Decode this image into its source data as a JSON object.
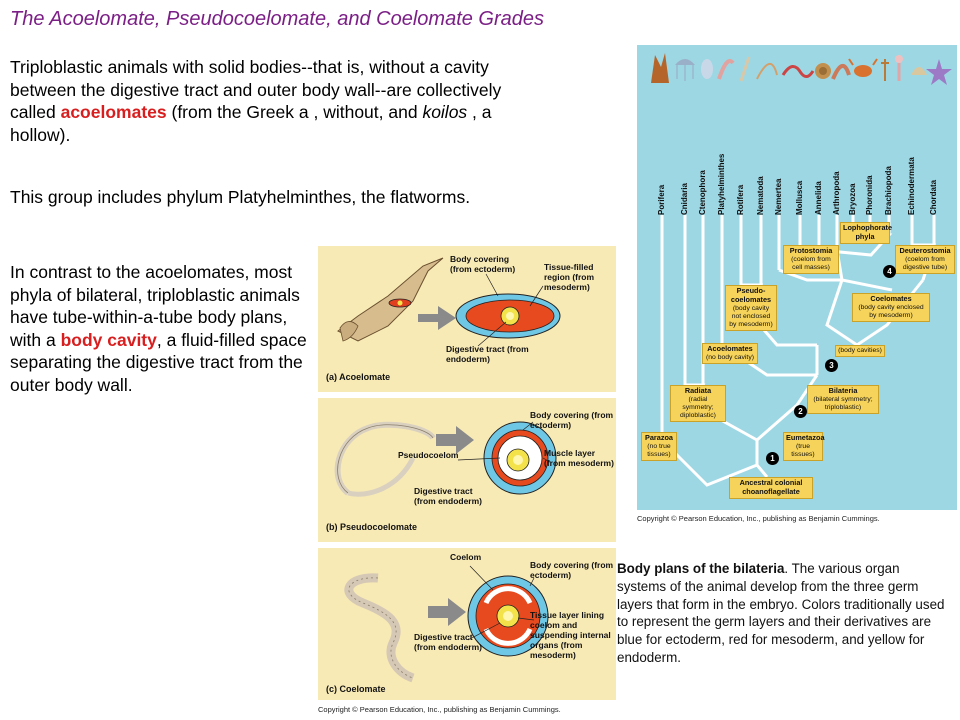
{
  "title": "The Acoelomate, Pseudocoelomate, and Coelomate Grades",
  "para1": {
    "part1": "Triploblastic animals with solid bodies--that is, without a cavity between the digestive tract and outer body wall--are collectively called ",
    "highlight": "acoelomates",
    "part2": " (from the Greek a , without, and ",
    "italic": "koilos",
    "part3": " , a hollow)."
  },
  "para2": "This group includes phylum Platyhelminthes, the flatworms.",
  "para3": {
    "part1": "In contrast to the acoelomates, most phyla of bilateral, triploblastic animals have tube-within-a-tube body plans, with a ",
    "highlight": "body cavity",
    "part2": ", a fluid-filled space separating the digestive tract from the outer body wall."
  },
  "figure": {
    "panel_a": {
      "title": "(a) Acoelomate",
      "labels": [
        "Body covering (from ectoderm)",
        "Tissue-filled region (from mesoderm)",
        "Digestive tract (from endoderm)"
      ]
    },
    "panel_b": {
      "title": "(b) Pseudocoelomate",
      "labels": [
        "Body covering (from ectoderm)",
        "Pseudocoelom",
        "Muscle layer (from mesoderm)",
        "Digestive tract (from endoderm)"
      ]
    },
    "panel_c": {
      "title": "(c) Coelomate",
      "labels": [
        "Coelom",
        "Body covering (from ectoderm)",
        "Tissue layer lining coelom and suspending internal organs (from mesoderm)",
        "Digestive tract (from endoderm)"
      ]
    },
    "copyright": "Copyright © Pearson Education, Inc., publishing as Benjamin Cummings."
  },
  "tree": {
    "phyla": [
      "Porifera",
      "Cnidaria",
      "Ctenophora",
      "Platyhelminthes",
      "Rotifera",
      "Nematoda",
      "Nemertea",
      "Mollusca",
      "Annelida",
      "Arthropoda",
      "Bryozoa",
      "Phoronida",
      "Brachiopoda",
      "Echinodermata",
      "Chordata"
    ],
    "boxes": {
      "lophophorate": "Lophophorate phyla",
      "protostomia_t": "Protostomia",
      "protostomia_s": "(coelom from cell masses)",
      "deuterostomia_t": "Deuterostomia",
      "deuterostomia_s": "(coelom from digestive tube)",
      "pseudo_t": "Pseudo-coelomates",
      "pseudo_s": "(body cavity not enclosed by mesoderm)",
      "coelomates_t": "Coelomates",
      "coelomates_s": "(body cavity enclosed by mesoderm)",
      "acoelomates_t": "Acoelomates",
      "acoelomates_s": "(no body cavity)",
      "bodycav": "(body cavities)",
      "radiata_t": "Radiata",
      "radiata_s": "(radial symmetry; diploblastic)",
      "bilateria_t": "Bilateria",
      "bilateria_s": "(bilateral symmetry; triploblastic)",
      "parazoa_t": "Parazoa",
      "parazoa_s": "(no true tissues)",
      "eumetazoa_t": "Eumetazoa",
      "eumetazoa_s": "(true tissues)",
      "ancestral": "Ancestral colonial choanoflagellate"
    },
    "numbers": [
      "1",
      "2",
      "3",
      "4"
    ],
    "copyright": "Copyright © Pearson Education, Inc., publishing as Benjamin Cummings."
  },
  "caption": {
    "bold": "Body plans of the bilateria",
    "rest": ". The various organ systems of the animal develop from the three germ layers that form in the embryo. Colors traditionally used to represent the germ layers and their derivatives are blue for ectoderm, red for mesoderm, and yellow for endoderm."
  }
}
